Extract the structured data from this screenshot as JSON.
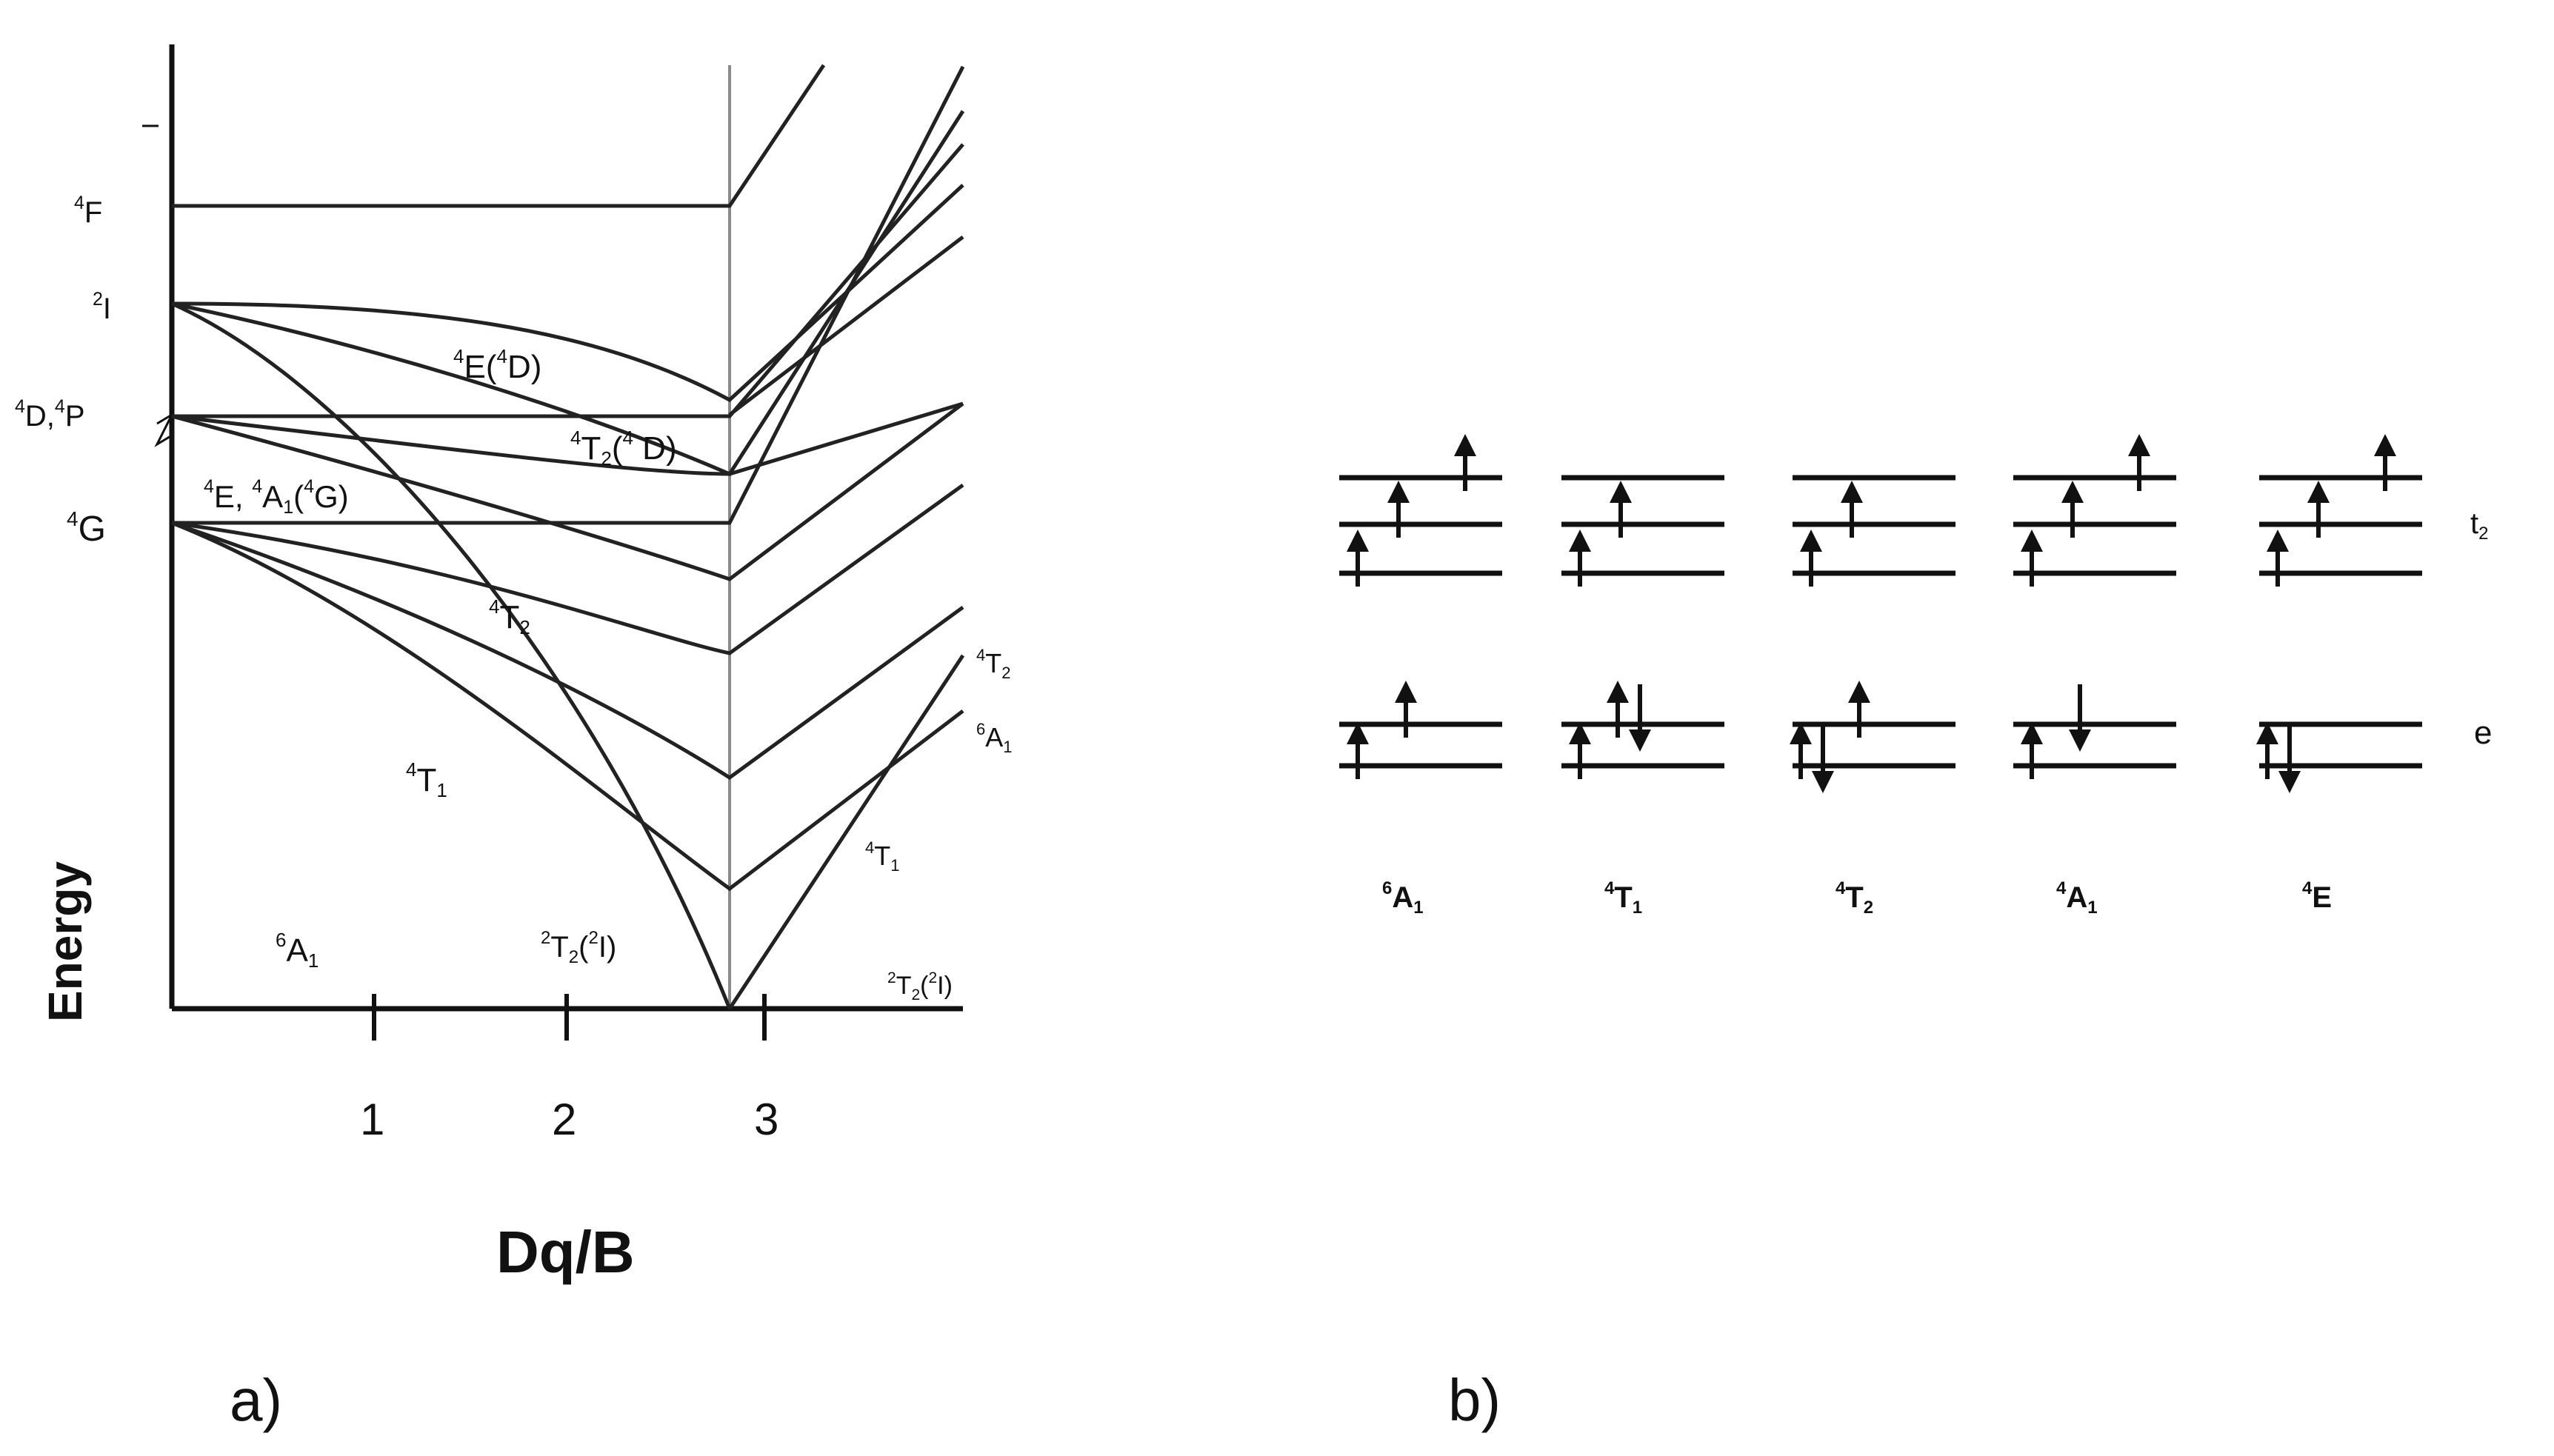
{
  "panel_a": {
    "label": "a)",
    "axis": {
      "ylabel": "Energy",
      "xlabel": "Dq/B",
      "xticks": [
        "1",
        "2",
        "3"
      ]
    },
    "free_ion_terms": [
      "4F",
      "2I",
      "4D,4P",
      "4G"
    ],
    "curve_labels": {
      "e4d": "4E(4D)",
      "t2_4d": "4T2(4 D)",
      "e_a1_4g": "4E, 4A1(4G)",
      "t2": "4T2",
      "t1": "4T1",
      "a1_6": "6A1",
      "t2_2i": "2T2(2I)"
    },
    "right_labels": {
      "t2": "4T2",
      "a1_6": "6A1",
      "t1": "4T1",
      "t2_2i": "2T2(2I)"
    }
  },
  "panel_b": {
    "label": "b)",
    "orbital_labels": {
      "t2": "t2",
      "e": "e"
    },
    "configurations": [
      {
        "name": "6A1",
        "t2": [
          "up",
          "up",
          "up"
        ],
        "e": [
          "up",
          "up"
        ]
      },
      {
        "name": "4T1",
        "t2": [
          "",
          "up",
          "up"
        ],
        "e": [
          "updown",
          "up"
        ]
      },
      {
        "name": "4T2",
        "t2": [
          "",
          "up",
          "up"
        ],
        "e": [
          "up",
          "updown"
        ]
      },
      {
        "name": "4A1",
        "t2": [
          "up",
          "up",
          "up"
        ],
        "e": [
          "down",
          "up"
        ]
      },
      {
        "name": "4E",
        "t2": [
          "up",
          "up",
          "up"
        ],
        "e": [
          "",
          "updown"
        ]
      }
    ]
  }
}
